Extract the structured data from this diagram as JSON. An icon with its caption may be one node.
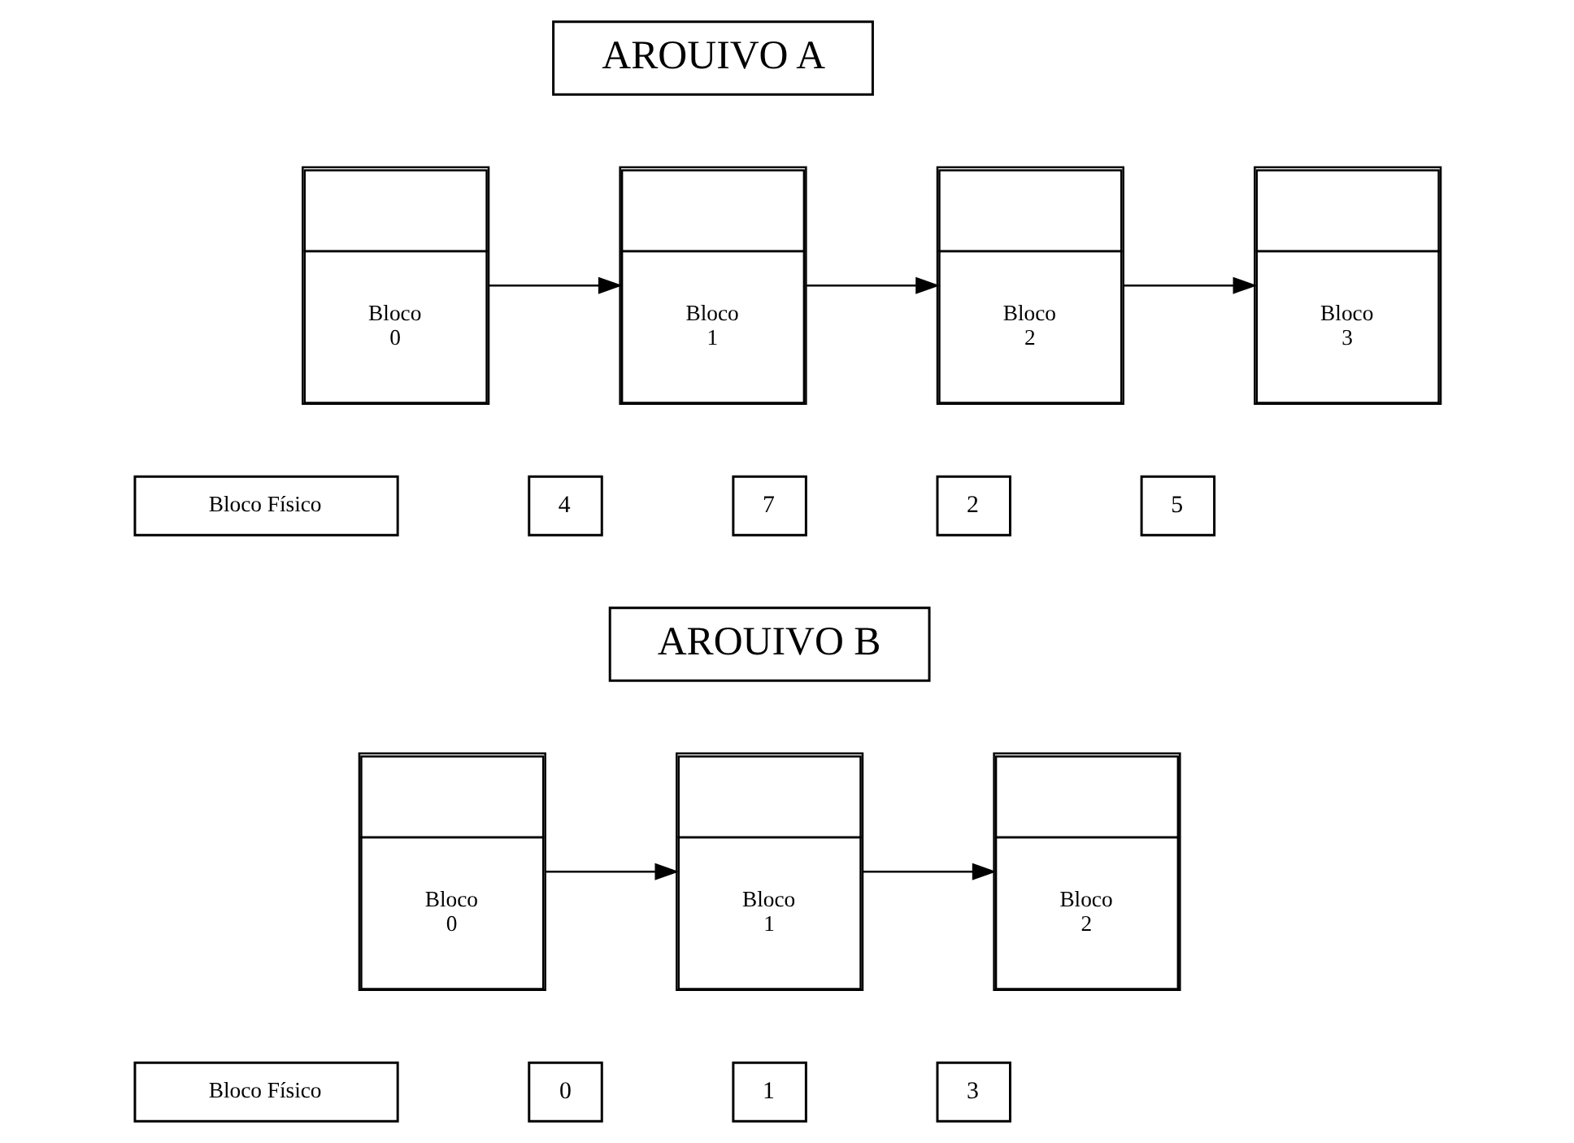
{
  "diagram": {
    "nodes": [
      {
        "text": [
          "AROUIVO A"
        ]
      },
      {
        "text": [
          "Bloco 0"
        ]
      },
      {
        "text": [
          "Bloco 1"
        ]
      },
      {
        "text": [
          "Bloco 2"
        ]
      },
      {
        "text": [
          "Bloco 3"
        ]
      },
      {
        "text": [
          "Bloco Físico"
        ]
      },
      {
        "text": [
          "4"
        ]
      },
      {
        "text": [
          "7"
        ]
      },
      {
        "text": [
          "2"
        ]
      },
      {
        "text": [
          "5"
        ]
      },
      {
        "text": [
          "AROUIVO B"
        ]
      },
      {
        "text": [
          "Bloco 0"
        ]
      },
      {
        "text": [
          "Bloco 1"
        ]
      },
      {
        "text": [
          "Bloco 2"
        ]
      },
      {
        "text": [
          "Bloco Físico"
        ]
      },
      {
        "text": [
          "0"
        ]
      },
      {
        "text": [
          "1"
        ]
      },
      {
        "text": [
          "3"
        ]
      }
    ],
    "edges": [
      {
        "from": 1,
        "to": 2,
        "arrow": "to"
      },
      {
        "from": 2,
        "to": 3,
        "arrow": "to"
      },
      {
        "from": 3,
        "to": 4,
        "arrow": "to"
      },
      {
        "from": 11,
        "to": 12,
        "arrow": "to"
      },
      {
        "from": 12,
        "to": 13,
        "arrow": "to"
      }
    ]
  }
}
